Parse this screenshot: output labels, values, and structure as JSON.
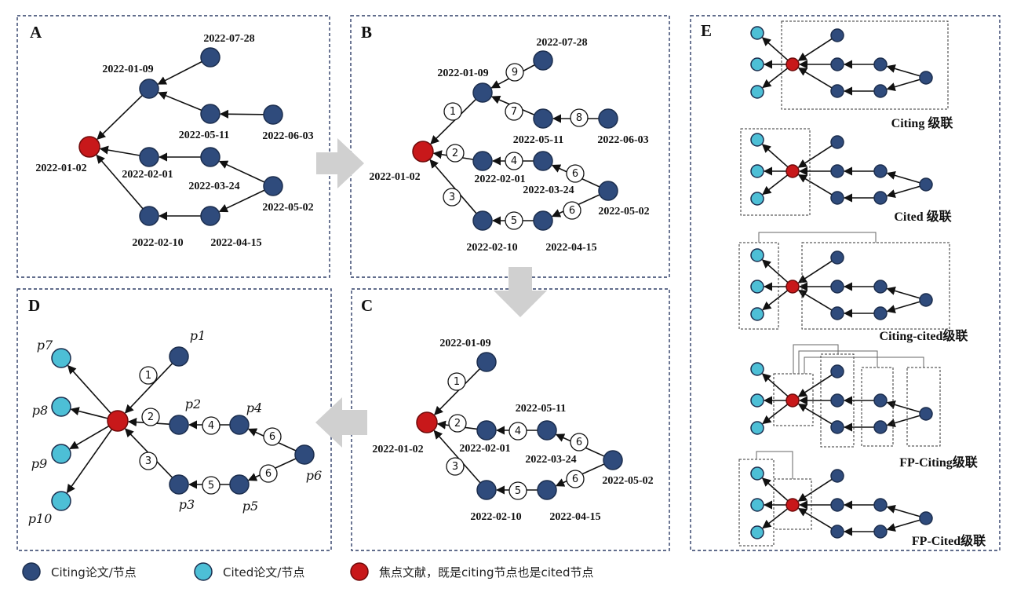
{
  "panels": {
    "A": {
      "letter": "A",
      "dates": {
        "focus": "2022-01-02",
        "n1": "2022-01-09",
        "n2": "2022-02-01",
        "n3": "2022-02-10",
        "n4": "2022-07-28",
        "n5": "2022-05-11",
        "n6": "2022-06-03",
        "n7": "2022-03-24",
        "n8": "2022-04-15",
        "n9": "2022-05-02"
      }
    },
    "B": {
      "letter": "B",
      "dates": {
        "focus": "2022-01-02",
        "n1": "2022-01-09",
        "n2": "2022-02-01",
        "n3": "2022-02-10",
        "n4": "2022-07-28",
        "n5": "2022-05-11",
        "n6": "2022-06-03",
        "n7": "2022-03-24",
        "n8": "2022-04-15",
        "n9": "2022-05-02"
      },
      "edge_labels": [
        "1",
        "2",
        "3",
        "9",
        "7",
        "8",
        "4",
        "6",
        "5",
        "6"
      ]
    },
    "C": {
      "letter": "C",
      "dates": {
        "focus": "2022-01-02",
        "n1": "2022-01-09",
        "n2": "2022-02-01",
        "n3": "2022-02-10",
        "n5": "2022-05-11",
        "n7": "2022-03-24",
        "n8": "2022-04-15",
        "n9": "2022-05-02"
      },
      "edge_labels": [
        "1",
        "2",
        "3",
        "4",
        "6",
        "5",
        "6"
      ]
    },
    "D": {
      "letter": "D",
      "nodes": [
        "p1",
        "p2",
        "p3",
        "p4",
        "p5",
        "p6",
        "p7",
        "p8",
        "p9",
        "p10"
      ],
      "edge_labels": [
        "1",
        "2",
        "3",
        "4",
        "6",
        "5",
        "6"
      ]
    },
    "E": {
      "letter": "E",
      "captions": [
        "Citing 级联",
        "Cited 级联",
        "Citing-cited级联",
        "FP-Citing级联",
        "FP-Cited级联"
      ]
    }
  },
  "legend": {
    "citing": "Citing论文/节点",
    "cited": "Cited论文/节点",
    "focus": "焦点文献，既是citing节点也是cited节点"
  },
  "colors": {
    "citing": "#2f4b7c",
    "cited": "#4dbfd6",
    "focus": "#c8181a",
    "flow_arrow": "#d0d0d0"
  }
}
